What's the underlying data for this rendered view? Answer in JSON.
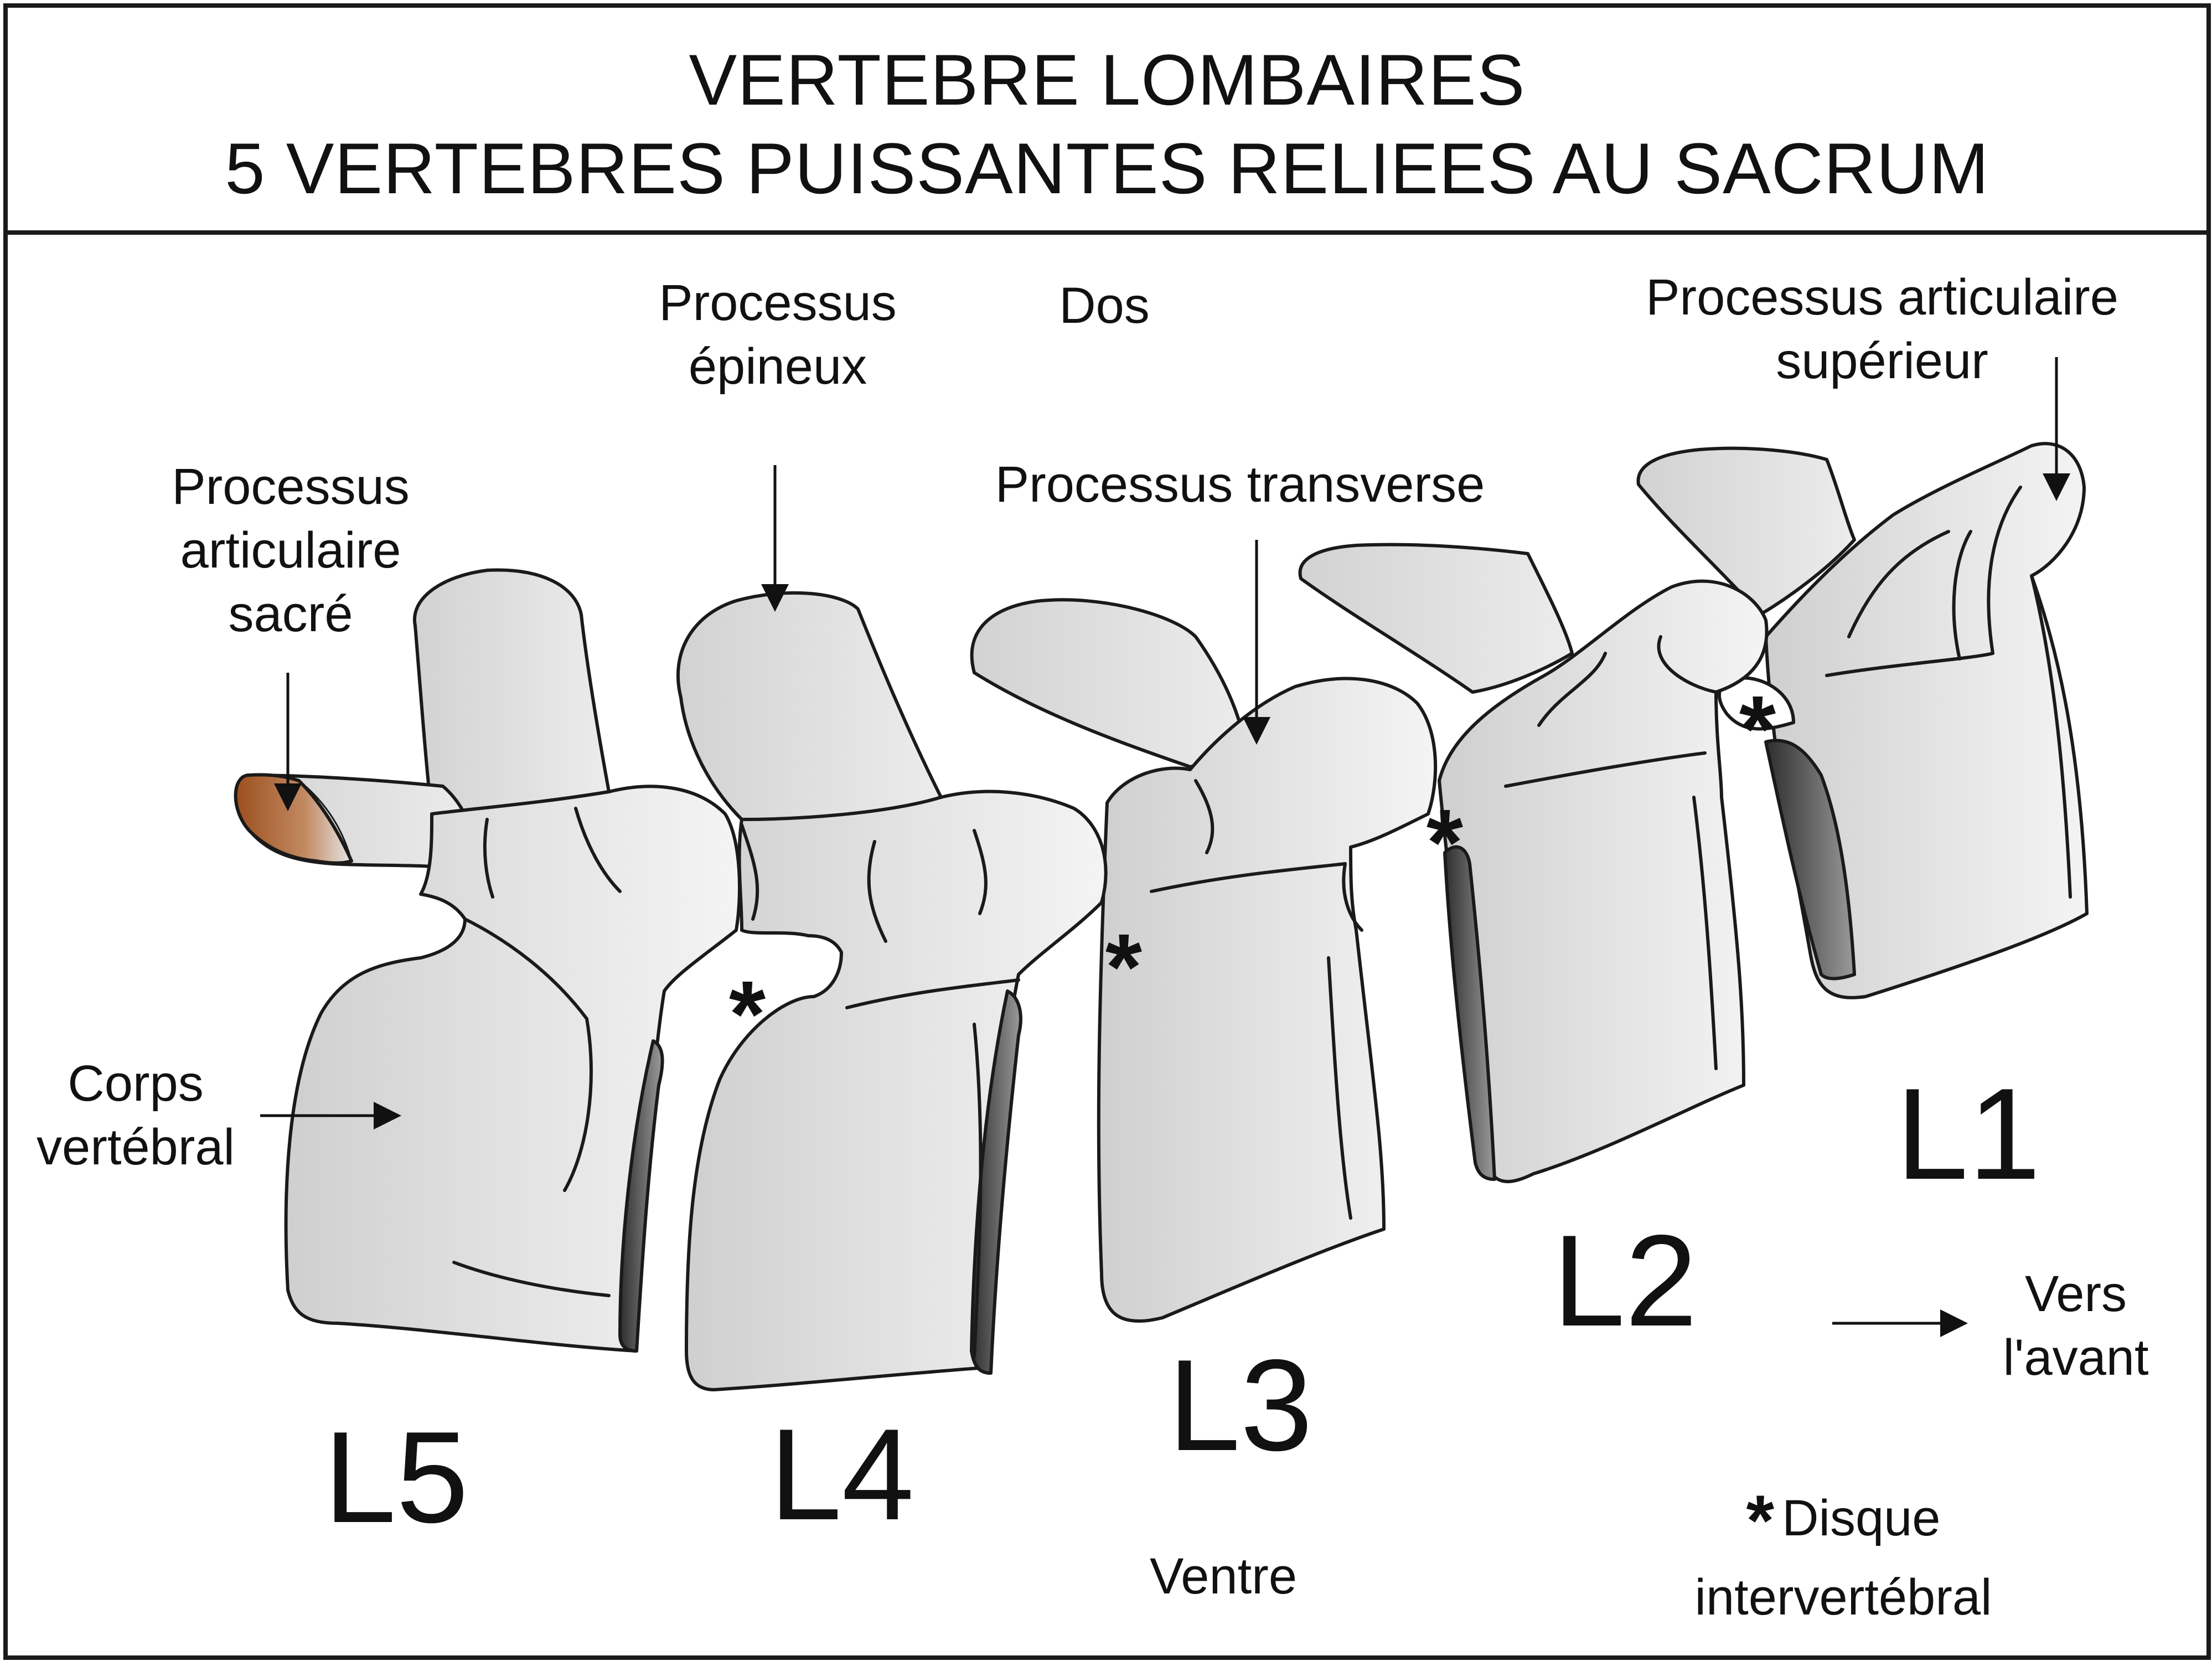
{
  "title": {
    "line1": "VERTEBRE  LOMBAIRES",
    "line2": "5 VERTEBRES PUISSANTES RELIEES AU SACRUM"
  },
  "labels": {
    "processus_epineux": [
      "Processus",
      "épineux"
    ],
    "dos": "Dos",
    "processus_articulaire_superieur": [
      "Processus articulaire",
      "supérieur"
    ],
    "processus_transverse": "Processus transverse",
    "processus_articulaire_sacre": [
      "Processus",
      "articulaire",
      "sacré"
    ],
    "corps_vertebral": [
      "Corps",
      "vertébral"
    ],
    "ventre": "Ventre",
    "vers_lavant": [
      "Vers",
      "l'avant"
    ],
    "disque": {
      "symbol": "*",
      "line1": "Disque",
      "line2": "intervertébral"
    }
  },
  "vertebrae": [
    "L1",
    "L2",
    "L3",
    "L4",
    "L5"
  ],
  "disc_marker": "*",
  "colors": {
    "bone_fill": "#dcdcdc",
    "bone_fill_light": "#f2f2f2",
    "outline": "#1a1a1a",
    "sacral_facet": "#a0521e",
    "shadow": "#3a3a3a"
  }
}
